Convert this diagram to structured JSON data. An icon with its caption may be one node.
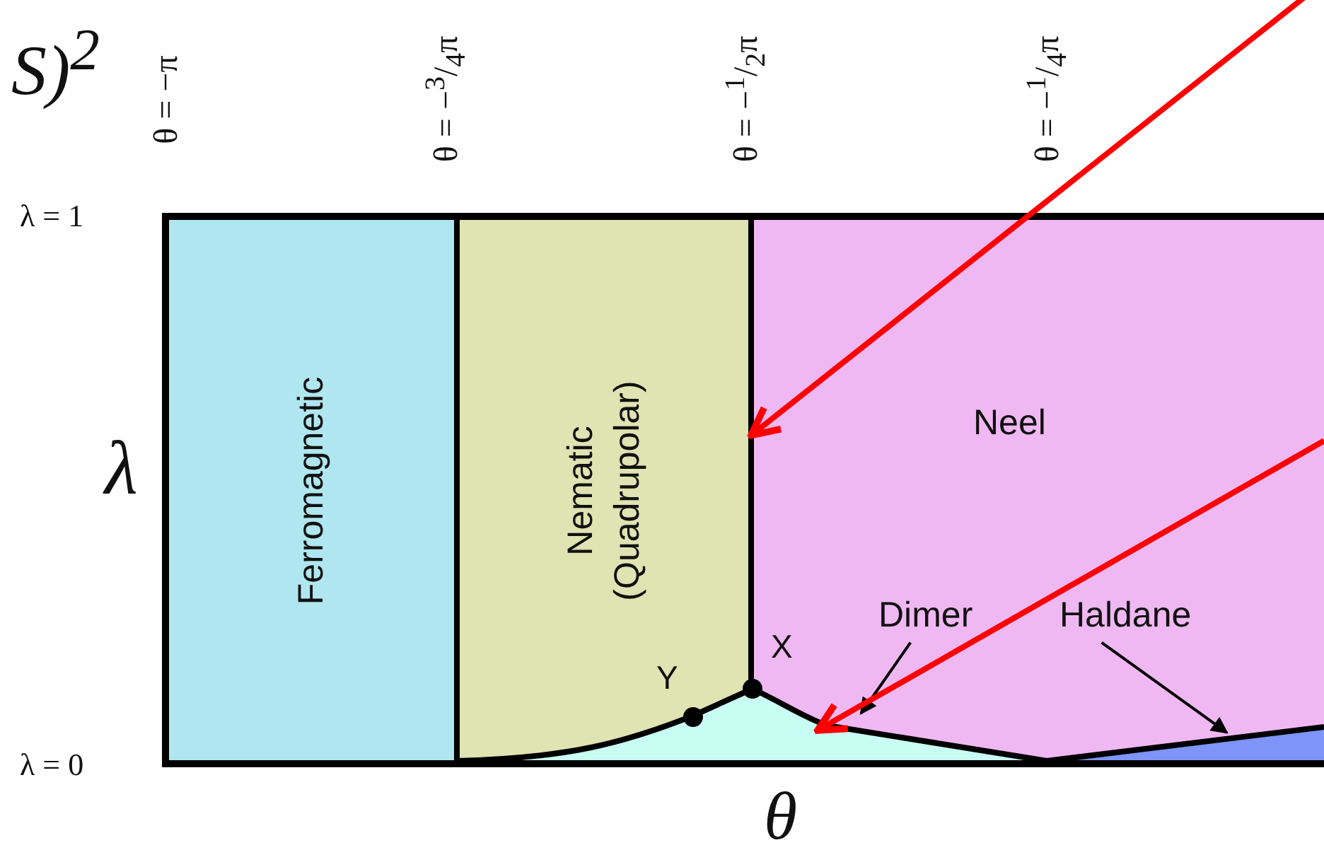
{
  "diagram": {
    "nodes": [
      {
        "text": [
          "Ferromagnetic"
        ]
      },
      {
        "text": [
          "Nematic (Quadrupolar)"
        ]
      },
      {
        "text": [
          "Neel"
        ]
      },
      {
        "text": [
          "Dimer"
        ],
        "in": 2
      },
      {
        "text": [
          "Haldane"
        ],
        "in": 2
      },
      {
        "text": [],
        "shape": "triangle"
      },
      {
        "text": [],
        "shape": "triangle",
        "in": 2
      }
    ],
    "edges": [
      {
        "from": 3,
        "to": 5,
        "arrow": "to"
      },
      {
        "from": 4,
        "to": 6,
        "arrow": "to"
      },
      {
        "from": null,
        "to": 2,
        "arrow": "to",
        "style": "thick",
        "color": "#ff0000"
      },
      {
        "from": 2,
        "to": 5,
        "arrow": "to",
        "style": "thick",
        "color": "#ff0000"
      }
    ],
    "labels": [
      "S)$^{2}$",
      "θ = −π",
      "θ = −$^{3}$/$_{4}$π",
      "θ = −$^{1}$/$_{2}$π",
      "θ = −$^{1}$/$_{4}$π",
      "λ = 1",
      "λ",
      "Y",
      "X",
      "λ = 0",
      "θ"
    ]
  }
}
